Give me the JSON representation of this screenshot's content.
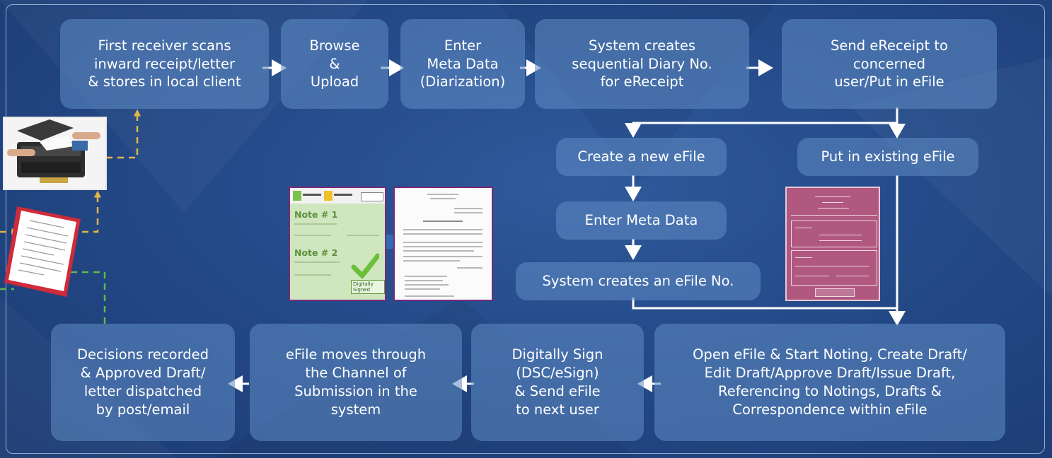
{
  "steps": {
    "scan": "First receiver scans\ninward receipt/letter\n& stores in local client",
    "browse": "Browse\n&\nUpload",
    "meta": "Enter\nMeta Data\n(Diarization)",
    "diary": "System creates\nsequential Diary No.\nfor eReceipt",
    "send": "Send eReceipt to\nconcerned\nuser/Put in eFile",
    "create_new": "Create a new eFile",
    "put_existing": "Put in existing eFile",
    "enter_meta": "Enter Meta Data",
    "efile_no": "System creates an eFile No.",
    "open_efile": "Open eFile & Start Noting, Create Draft/\nEdit Draft/Approve Draft/Issue Draft,\nReferencing to Notings, Drafts &\nCorrespondence within eFile",
    "sign": "Digitally Sign\n(DSC/eSign)\n& Send eFile\nto next user",
    "moves": "eFile moves through\nthe Channel of\nSubmission in the\nsystem",
    "decisions": "Decisions recorded\n& Approved Draft/\nletter dispatched\nby post/email"
  },
  "noting_image": {
    "note1": "Note # 1",
    "note2": "Note # 2",
    "stamp": "Digitally Signed"
  },
  "colors": {
    "background": "#244a88",
    "box_fill": "#608cc4",
    "arrow": "#ffffff",
    "dashed_gold": "#e0b64a",
    "dashed_green": "#5dbb4e",
    "frame_border": "#bed2f0"
  }
}
